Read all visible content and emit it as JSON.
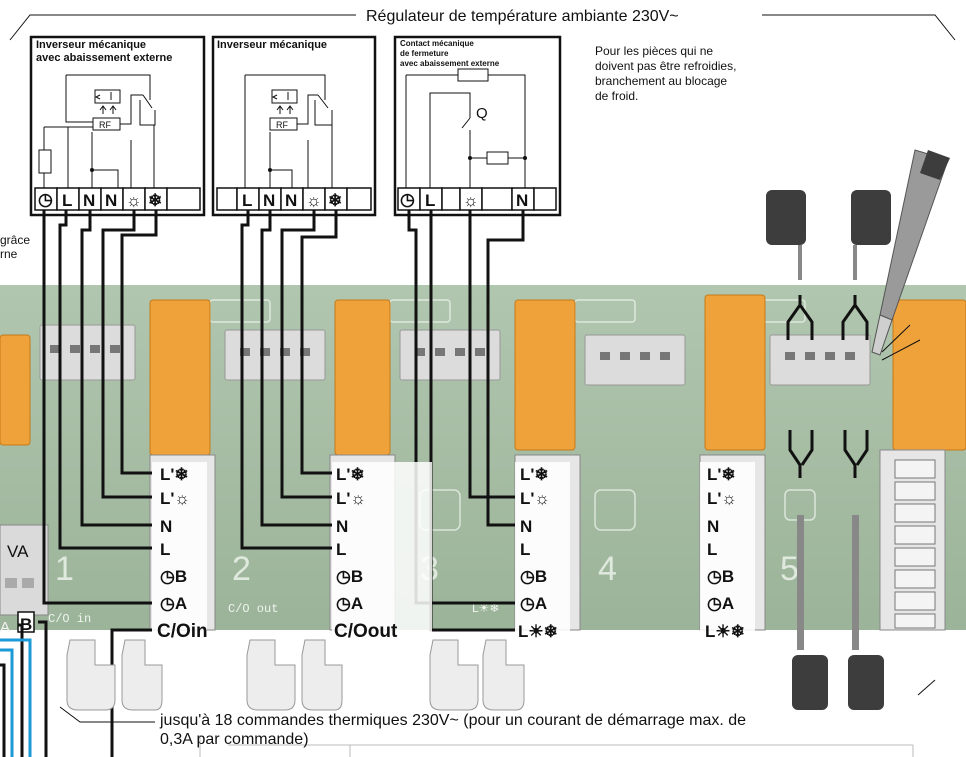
{
  "header": {
    "title": "Régulateur de température ambiante 230V~"
  },
  "boxes": [
    {
      "title_line1": "Inverseur mécanique",
      "title_line2": "avec abaissement externe",
      "terminals": [
        "◷",
        "L",
        "N",
        "N",
        "☼",
        "❄",
        ""
      ],
      "relay_label": "RF"
    },
    {
      "title_line1": "Inverseur mécanique",
      "terminals": [
        "",
        "L",
        "N",
        "N",
        "☼",
        "❄",
        ""
      ],
      "relay_label": "RF"
    },
    {
      "title_line1": "Contact mécanique",
      "title_line2": "de fermeture",
      "title_line3": "avec abaissement externe",
      "terminals": [
        "◷",
        "L",
        "",
        "☼",
        "",
        "N",
        ""
      ],
      "switch_label": "Q"
    }
  ],
  "note": {
    "line1": "Pour les pièces qui ne",
    "line2": "doivent pas être refroidies,",
    "line3": "branchement au blocage",
    "line4": "de froid."
  },
  "left_cutoff": {
    "line1": "grâce",
    "line2": "rne",
    "va_label": "VA",
    "a_label": "A",
    "b_label": "B"
  },
  "channels": [
    {
      "number": "1",
      "silk": "C/O in",
      "labels": [
        "L'❄",
        "L'☼",
        "N",
        "L",
        "◷B",
        "◷A",
        "C/Oin"
      ]
    },
    {
      "number": "2",
      "silk": "C/O out",
      "labels": [
        "L'❄",
        "L'☼",
        "N",
        "L",
        "◷B",
        "◷A",
        "C/Oout"
      ]
    },
    {
      "number": "3",
      "silk": "L☀❄",
      "labels": [
        "L'❄",
        "L'☼",
        "N",
        "L",
        "◷B",
        "◷A",
        "L☀❄"
      ]
    },
    {
      "number": "4",
      "silk": "",
      "labels": [
        "L'❄",
        "L'☼",
        "N",
        "L",
        "◷B",
        "◷A",
        "L☀❄"
      ]
    },
    {
      "number": "5",
      "silk": "",
      "labels": []
    }
  ],
  "footer": {
    "line1": "jusqu'à 18 commandes thermiques 230V~ (pour un courant de démarrage max. de",
    "line2": "0,3A par commande)"
  },
  "colors": {
    "board_green": "#a8bfa6",
    "relay_orange": "#f0a23a",
    "terminal_gray": "#d9d9d9",
    "wire_blue": "#1a9ad6",
    "actuator_dark": "#3d3d3d",
    "screwdriver_gray": "#9a9a9a"
  }
}
